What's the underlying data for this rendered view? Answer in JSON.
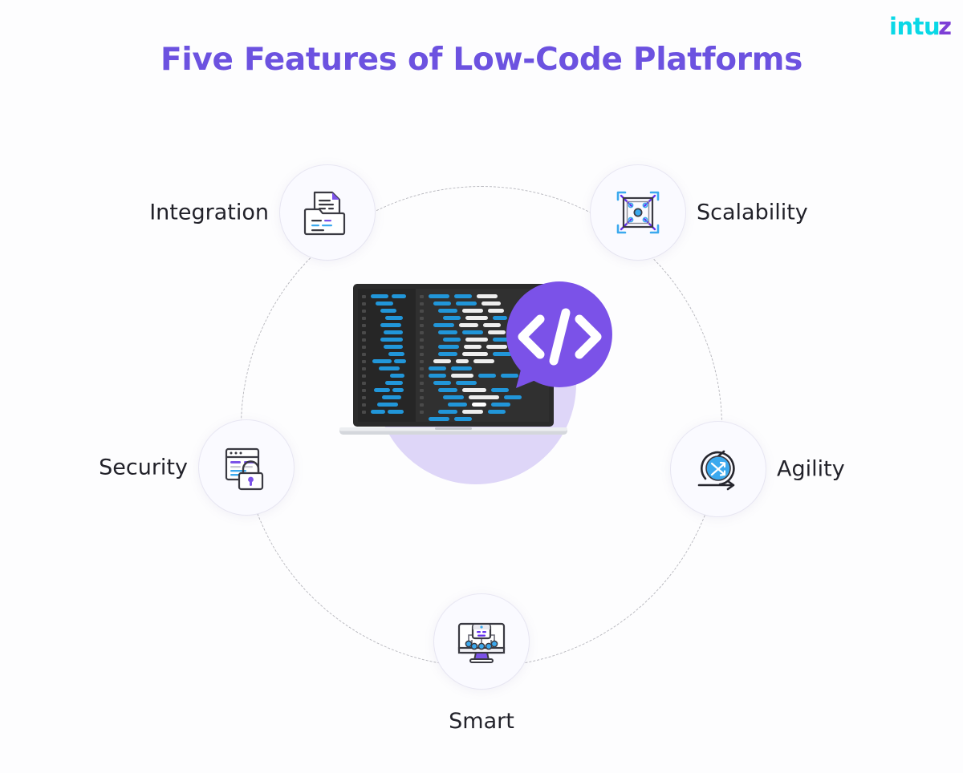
{
  "brand": {
    "logo_text": "intu",
    "logo_accent_letter": "z",
    "logo_color": "#0ad8e6",
    "logo_accent_color": "#7d3fd6"
  },
  "header": {
    "title": "Five Features of Low-Code Platforms",
    "title_color": "#6c52e0"
  },
  "diagram": {
    "orbit_style": "dashed-circle",
    "orbit_color": "#b9b9bf",
    "center": {
      "halo_color": "#ded6f8",
      "device": "laptop-code-editor",
      "badge_icon": "code-brackets-icon",
      "badge_symbol": "</>",
      "badge_color": "#7b52e8",
      "screen_bg": "#262626",
      "code_accent": "#2196d9",
      "code_plain": "#f0f0f0"
    },
    "features": [
      {
        "id": "integration",
        "label": "Integration",
        "icon": "document-folder-icon",
        "label_side": "left"
      },
      {
        "id": "scalability",
        "label": "Scalability",
        "icon": "expand-square-icon",
        "label_side": "right"
      },
      {
        "id": "security",
        "label": "Security",
        "icon": "browser-lock-icon",
        "label_side": "left"
      },
      {
        "id": "agility",
        "label": "Agility",
        "icon": "refresh-shuffle-icon",
        "label_side": "right"
      },
      {
        "id": "smart",
        "label": "Smart",
        "icon": "monitor-network-icon",
        "label_side": "below"
      }
    ]
  },
  "palette": {
    "background": "#fdfdfe",
    "purple": "#7b52e8",
    "blue": "#3ba9ee",
    "text_dark": "#22222a"
  }
}
